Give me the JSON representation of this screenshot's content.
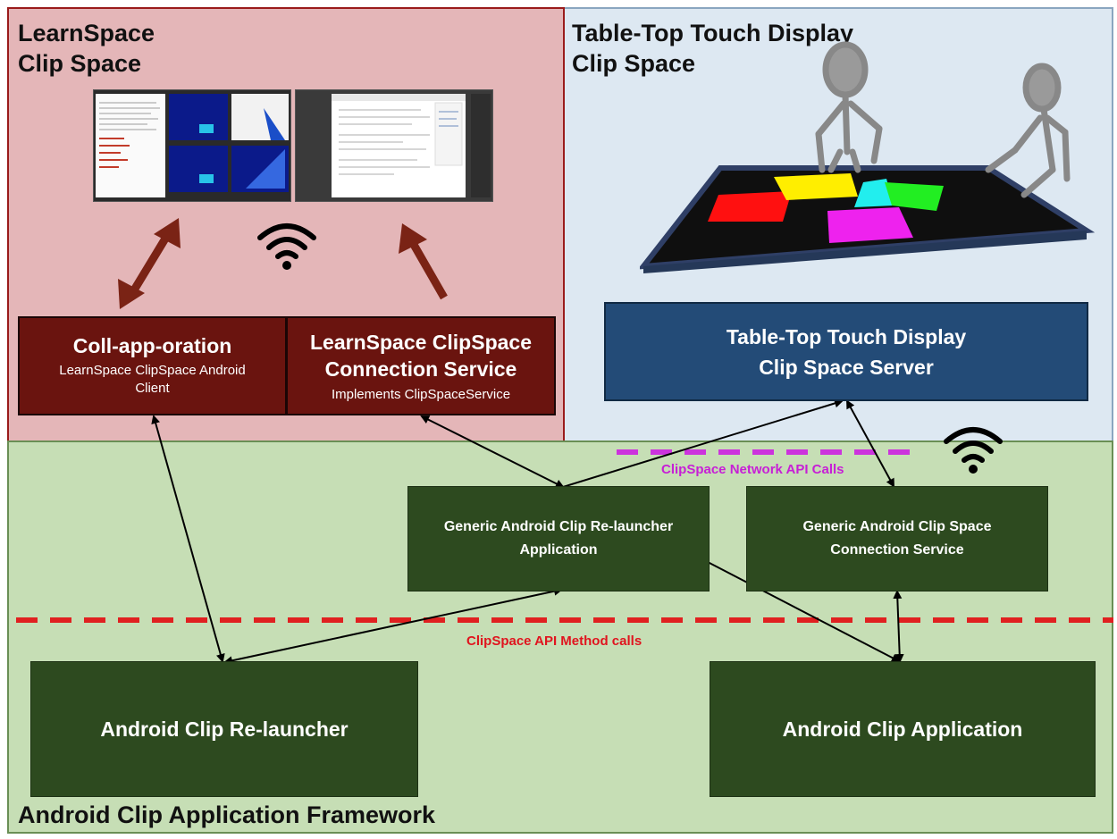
{
  "regions": {
    "learnspace": {
      "title_line1": "LearnSpace",
      "title_line2": "Clip Space"
    },
    "tabletop": {
      "title_line1": "Table-Top Touch Display",
      "title_line2": "Clip Space"
    },
    "framework": {
      "title": "Android Clip Application Framework"
    }
  },
  "boxes": {
    "collapporation": {
      "title": "Coll-app-oration",
      "sub_line1": "LearnSpace ClipSpace Android",
      "sub_line2": "Client"
    },
    "ls_connection": {
      "title_line1": "LearnSpace ClipSpace",
      "title_line2": "Connection Service",
      "sub": "Implements ClipSpaceService"
    },
    "tt_server": {
      "title_line1": "Table-Top Touch Display",
      "title_line2": "Clip Space Server"
    },
    "generic_relauncher": {
      "title_line1": "Generic Android Clip Re-launcher",
      "title_line2": "Application"
    },
    "generic_connection": {
      "title_line1": "Generic Android Clip Space",
      "title_line2": "Connection Service"
    },
    "relauncher": {
      "title": "Android Clip Re-launcher"
    },
    "clip_app": {
      "title": "Android Clip Application"
    }
  },
  "labels": {
    "network_api": "ClipSpace Network API Calls",
    "method_calls": "ClipSpace API Method calls"
  },
  "colors": {
    "learnspace_bg": "#e4b6b8",
    "tabletop_bg": "#dde8f2",
    "framework_bg": "#c6deb5",
    "red_box": "#6a140f",
    "blue_box": "#234b77",
    "green_box": "#2d4a1f",
    "network_dash": "#cc33dd",
    "method_dash": "#e02020",
    "arrow_dark_red": "#7a2315"
  },
  "icons": [
    "wifi-icon",
    "wifi-icon",
    "double-arrow-icon",
    "single-arrow-icon",
    "tabletop-illustration-icon",
    "screenshot-thumbnail"
  ]
}
